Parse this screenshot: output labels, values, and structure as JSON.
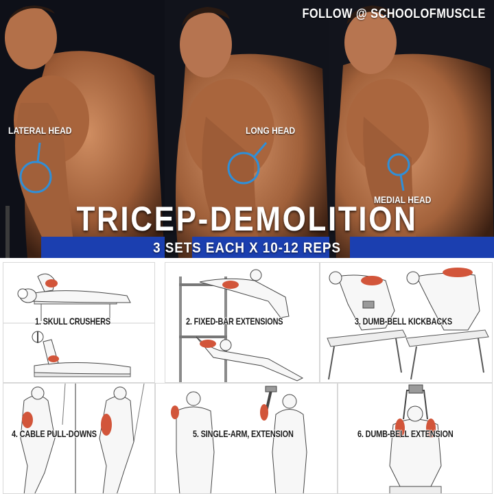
{
  "header": {
    "follow": "FOLLOW @ SCHOOLOFMUSCLE",
    "title": "TRICEP-DEMOLITION",
    "subtitle": "3 SETS EACH X 10-12 REPS"
  },
  "heads": [
    {
      "label": "LATERAL HEAD"
    },
    {
      "label": "LONG HEAD"
    },
    {
      "label": "MEDIAL HEAD"
    }
  ],
  "exercises": [
    {
      "label": "1. SKULL CRUSHERS"
    },
    {
      "label": "2. FIXED-BAR EXTENSIONS"
    },
    {
      "label": "3. DUMB-BELL KICKBACKS"
    },
    {
      "label": "4. CABLE PULL-DOWNS"
    },
    {
      "label": "5. SINGLE-ARM, EXTENSION"
    },
    {
      "label": "6. DUMB-BELL EXTENSION"
    }
  ],
  "colors": {
    "muscle_highlight": "#d2553a",
    "ring": "#2f8fd8",
    "skin": "#b9754e",
    "shorts": "#1b3fb0"
  }
}
